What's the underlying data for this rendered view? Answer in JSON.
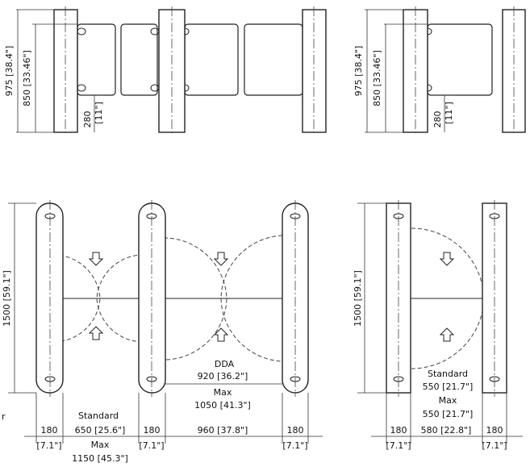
{
  "front_triple": {
    "height_overall": "975 [38.4\"]",
    "height_panel": "850 [33.46\"]",
    "clearance": "280",
    "clearance_in": "[11\"]"
  },
  "front_single": {
    "height_overall": "975 [38.4\"]",
    "height_panel": "850 [33.46\"]",
    "clearance": "280",
    "clearance_in": "[11\"]"
  },
  "plan_triple": {
    "length": "1500 [59.1\"]",
    "dda_label": "DDA",
    "dda_value": "920 [36.2\"]",
    "max_label_right": "Max",
    "max_value_right": "1050 [41.3\"]",
    "standard_label": "Standard",
    "standard_value": "650 [25.6\"]",
    "max_label_left": "Max",
    "max_value_left": "1150 [45.3\"]",
    "post_width": "180",
    "post_width_in": "[7.1\"]",
    "center_gap": "960 [37.8\"]",
    "side_mark": "r"
  },
  "plan_single": {
    "length": "1500 [59.1\"]",
    "standard_label": "Standard",
    "standard_value": "550 [21.7\"]",
    "max_label": "Max",
    "max_value": "550 [21.7\"]",
    "post_width": "180",
    "post_width_in": "[7.1\"]",
    "center_gap": "580 [22.8\"]"
  }
}
